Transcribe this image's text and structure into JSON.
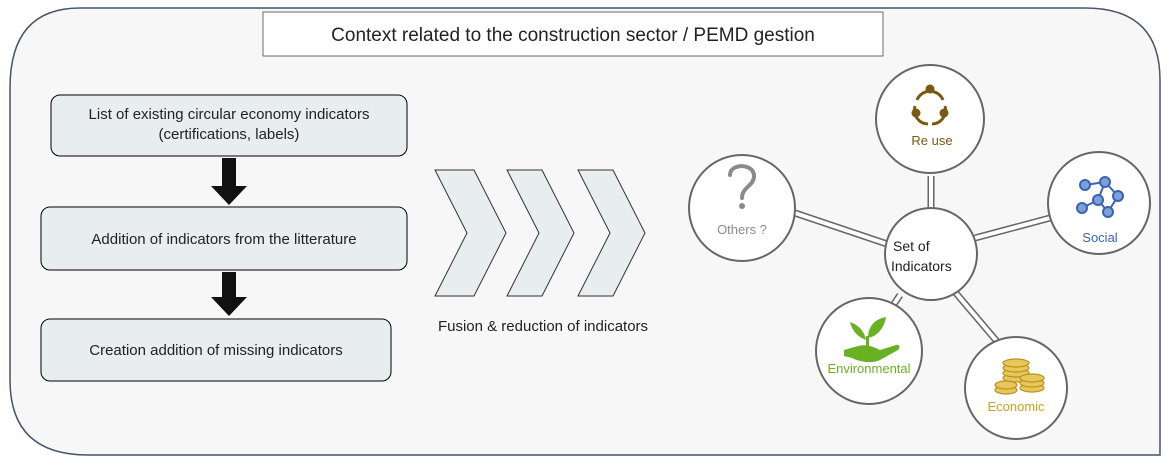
{
  "header": {
    "title": "Context related to the construction sector / PEMD gestion"
  },
  "steps": [
    {
      "label_lines": [
        "List of existing circular economy indicators",
        "(certifications, labels)"
      ]
    },
    {
      "label_lines": [
        "Addition of indicators from the litterature"
      ]
    },
    {
      "label_lines": [
        "Creation addition of missing indicators"
      ]
    }
  ],
  "fusion": {
    "label": "Fusion & reduction of indicators"
  },
  "hub": {
    "label_lines": [
      "Set of",
      "Indicators"
    ]
  },
  "categories": {
    "reuse": {
      "label": "Re use",
      "icon": "recycle-cycle-icon",
      "color": "#7a5a10"
    },
    "social": {
      "label": "Social",
      "icon": "network-molecule-icon",
      "color": "#3a64b0"
    },
    "economic": {
      "label": "Economic",
      "icon": "coins-stack-icon",
      "color": "#c9a227"
    },
    "environmental": {
      "label": "Environmental",
      "icon": "plant-in-hand-icon",
      "color": "#6ab023"
    },
    "others": {
      "label": "Others ?",
      "icon": "question-mark-icon",
      "color": "#8a8a8a"
    }
  }
}
